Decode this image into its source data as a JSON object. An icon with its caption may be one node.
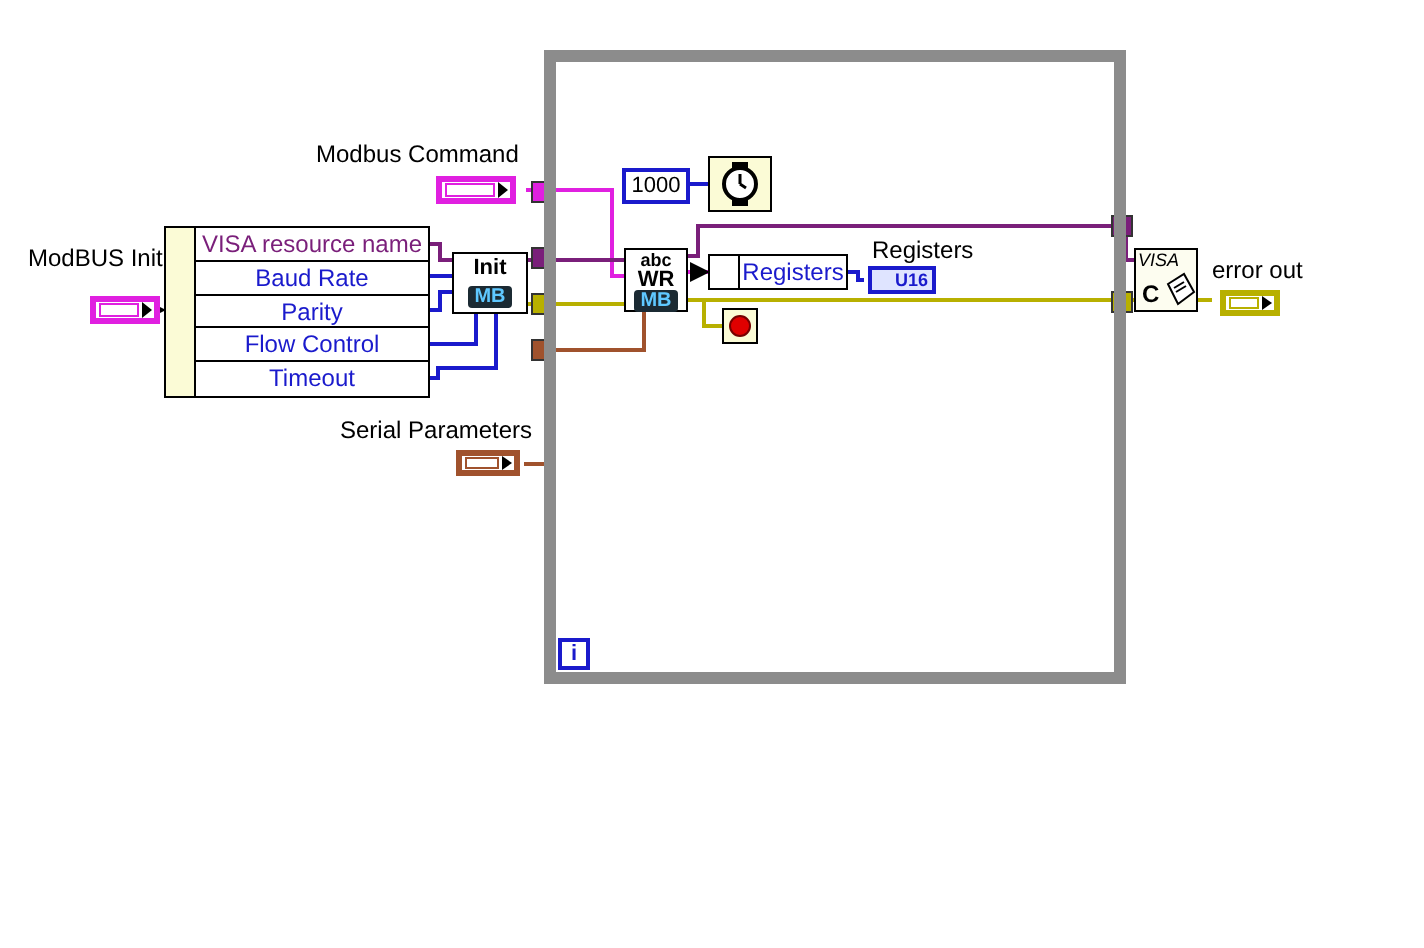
{
  "diagram": {
    "nodes": [
      {
        "text": [
          "ModBUS Init"
        ]
      },
      {
        "text": [
          "VISA resource name",
          "Baud Rate",
          "Parity",
          "Flow Control",
          "Timeout"
        ]
      },
      {
        "text": [
          "Init",
          "MB"
        ]
      },
      {
        "text": [
          "Modbus Command"
        ]
      },
      {
        "text": [
          "Serial Parameters"
        ]
      },
      {
        "text": [],
        "shape": "box"
      },
      {
        "text": [
          "i"
        ],
        "in": 5
      },
      {
        "text": [
          "1000"
        ],
        "in": 5
      },
      {
        "text": [],
        "shape": "box",
        "in": 5
      },
      {
        "text": [
          "abc",
          "WR",
          "MB"
        ],
        "in": 5
      },
      {
        "text": [
          "Registers"
        ],
        "in": 5
      },
      {
        "text": [
          "Registers",
          "U16"
        ],
        "in": 5
      },
      {
        "text": [],
        "shape": "circle",
        "in": 5
      },
      {
        "text": [
          "VISA",
          "C"
        ]
      },
      {
        "text": [
          "error out"
        ]
      }
    ],
    "edges": [
      {
        "from": 0,
        "to": 1,
        "arrow": "to",
        "color": "#e020e0"
      },
      {
        "from": 1,
        "to": 2,
        "arrow": "none",
        "color": "#7a1f7a"
      },
      {
        "from": 1,
        "to": 2,
        "arrow": "none"
      },
      {
        "from": 1,
        "to": 2,
        "arrow": "none"
      },
      {
        "from": 1,
        "to": 2,
        "arrow": "none"
      },
      {
        "from": 1,
        "to": 2,
        "arrow": "none"
      },
      {
        "from": 3,
        "to": 9,
        "arrow": "other",
        "color": "#e020e0"
      },
      {
        "from": 2,
        "to": 9,
        "arrow": "other",
        "color": "#7a1f7a"
      },
      {
        "from": 2,
        "to": 9,
        "arrow": "other",
        "color": "#b8b000"
      },
      {
        "from": 4,
        "to": 9,
        "arrow": "none",
        "color": "#a0522d"
      },
      {
        "from": 7,
        "to": 8,
        "arrow": "none"
      },
      {
        "from": 9,
        "to": 10,
        "arrow": "to",
        "color": "#e020e0"
      },
      {
        "from": 10,
        "to": 11,
        "arrow": "none"
      },
      {
        "from": 9,
        "to": 13,
        "arrow": "none",
        "color": "#7a1f7a"
      },
      {
        "from": 9,
        "to": 13,
        "arrow": "other",
        "color": "#b8b000"
      },
      {
        "from": 9,
        "to": 12,
        "arrow": "none",
        "color": "#b8b000"
      },
      {
        "from": 13,
        "to": 14,
        "arrow": "none",
        "color": "#b8b000"
      }
    ]
  }
}
